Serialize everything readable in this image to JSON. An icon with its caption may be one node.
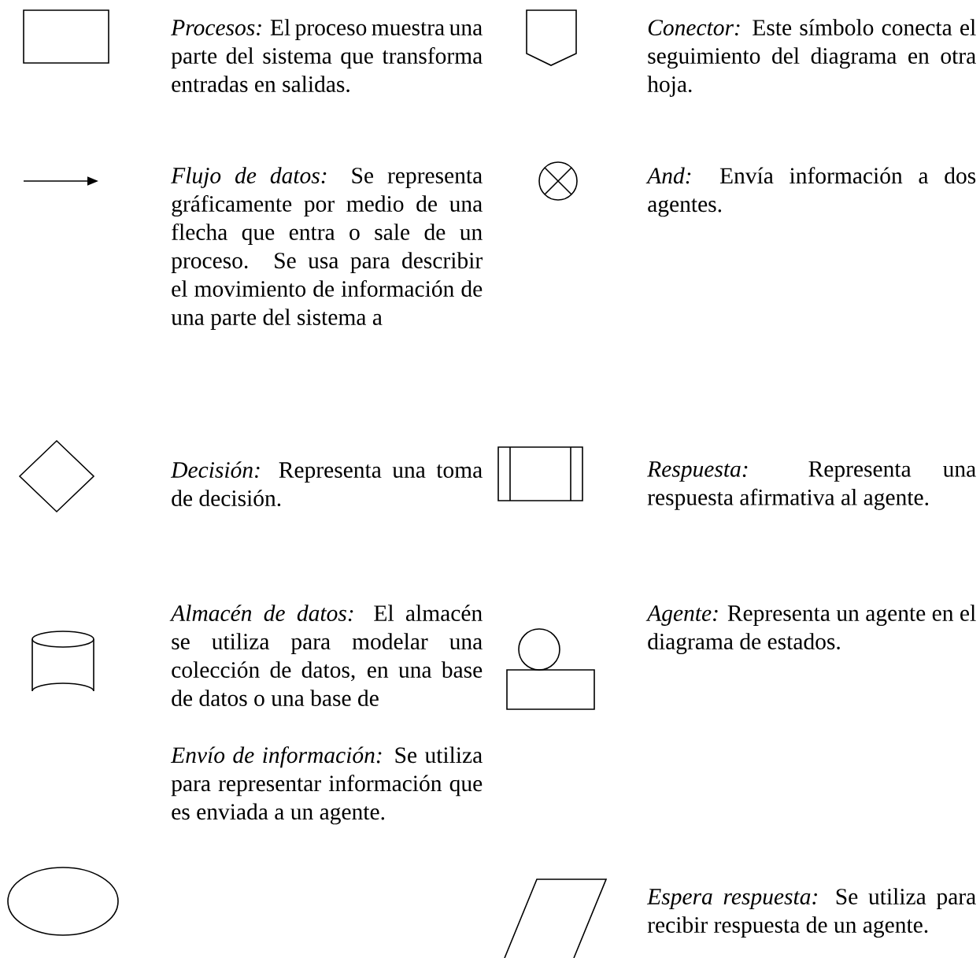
{
  "diagram": {
    "labels": [
      "*Procesos:* El proceso muestra una parte del sistema que transforma entradas en salidas.",
      "*Flujo de datos:* Se representa gráficamente por medio de una flecha que entra o sale de un proceso. Se usa para describir el movimiento de información de una parte del sistema a",
      "*Decisión:* Representa una toma de decisión.",
      "*Almacén de datos:* El almacén se utiliza para modelar una colección de datos, en una base de datos o una base de",
      "*Envío de información:* Se utiliza para representar información que es enviada a un agente.",
      "*Conector:* Este símbolo conecta el seguimiento del diagrama en otra hoja.",
      "*And:* Envía información a dos agentes.",
      "*Respuesta:* Representa una respuesta afirmativa al agente.",
      "*Agente:* Representa un agente en el diagrama de estados.",
      "*Espera respuesta:* Se utiliza para recibir respuesta de un agente."
    ]
  }
}
